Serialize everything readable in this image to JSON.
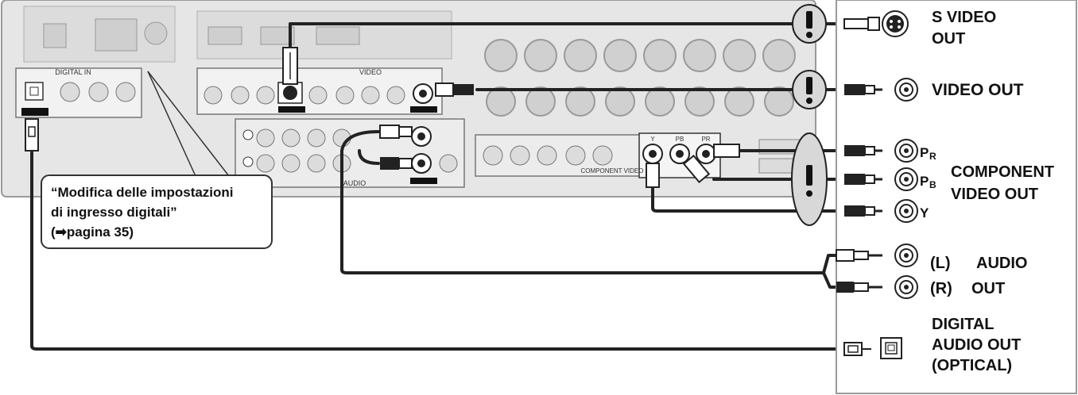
{
  "callout": {
    "line1": "“Modifica delle impostazioni",
    "line2": "di ingresso digitali”",
    "line3": "(➡pagina 35)"
  },
  "device_labels": {
    "digital_in": "DIGITAL IN",
    "video": "VIDEO",
    "audio": "AUDIO",
    "component_video": "COMPONENT VIDEO",
    "y": "Y",
    "pb": "PB",
    "pr": "PR"
  },
  "outputs": {
    "s_video_1": "S VIDEO",
    "s_video_2": "OUT",
    "video_out": "VIDEO OUT",
    "pr_prefix": "P",
    "pr_sub": "R",
    "pb_prefix": "P",
    "pb_sub": "B",
    "y": "Y",
    "component_1": "COMPONENT",
    "component_2": "VIDEO OUT",
    "audio_l": "(L)",
    "audio_r": "(R)",
    "audio_1": "AUDIO",
    "audio_2": "OUT",
    "digital_1": "DIGITAL",
    "digital_2": "AUDIO OUT",
    "digital_3": "(OPTICAL)"
  },
  "colors": {
    "panel_fill": "#e6e6e6",
    "panel_stroke": "#9a9a9a",
    "cable": "#222222",
    "warning_fill": "#d8d8d8"
  },
  "icons": {
    "warning": "exclamation-warning-icon",
    "svideo": "svideo-jack-icon",
    "rca": "rca-jack-icon",
    "optical": "optical-jack-icon"
  }
}
